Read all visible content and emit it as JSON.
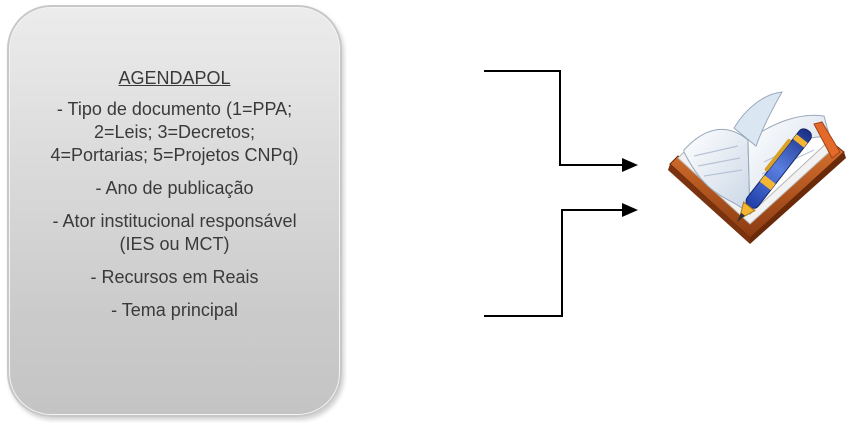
{
  "card": {
    "title": "AGENDAPOL",
    "items": [
      [
        "- Tipo de documento (1=PPA;",
        "2=Leis; 3=Decretos;",
        "4=Portarias; 5=Projetos CNPq)"
      ],
      [
        "- Ano de publicação"
      ],
      [
        "- Ator institucional responsável",
        "(IES ou MCT)"
      ],
      [
        "- Recursos em Reais"
      ],
      [
        "- Tema principal"
      ]
    ]
  },
  "icon": "open-book-with-pen-icon"
}
